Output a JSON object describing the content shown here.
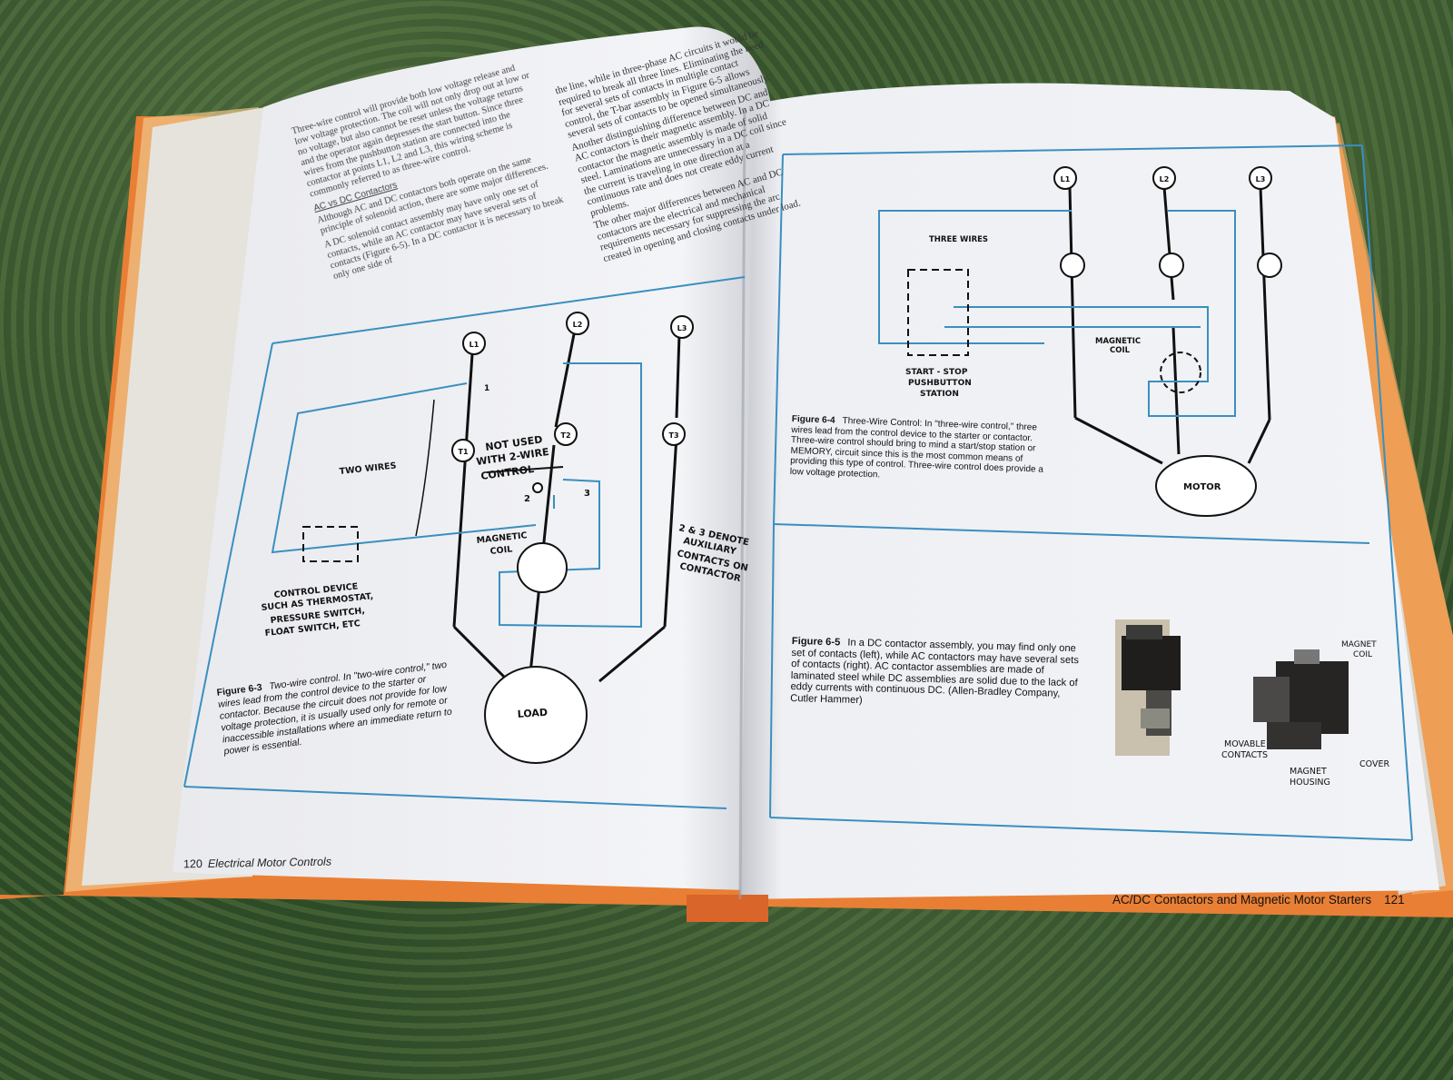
{
  "left_page": {
    "body_paragraphs": [
      "Three-wire control will provide both low voltage release and low voltage protection. The coil will not only drop out at low or no voltage, but also cannot be reset unless the voltage returns and the operator again depresses the start button. Since three wires from the pushbutton station are connected into the contactor at points L1, L2 and L3, this wiring scheme is commonly referred to as three-wire control."
    ],
    "section_heading": "AC vs DC Contactors",
    "section_paragraphs": [
      "Although AC and DC contactors both operate on the same principle of solenoid action, there are some major differences.",
      "A DC solenoid contact assembly may have only one set of contacts, while an AC contactor may have several sets of contacts (Figure 6-5). In a DC contactor it is necessary to break only one side of"
    ],
    "figure_label": "Figure 6-3",
    "figure_caption": "Two-wire control. In \"two-wire control,\" two wires lead from the control device to the starter or contactor. Because the circuit does not provide for low voltage protection, it is usually used only for remote or inaccessible installations where an immediate return to power is essential.",
    "footer_number": "120",
    "footer_title": "Electrical Motor Controls"
  },
  "mid_column": {
    "paragraphs": [
      "the line, while in three-phase AC circuits it would be required to break all three lines. Eliminating the need for several sets of contacts in multiple contact control, the T-bar assembly in Figure 6-5 allows several sets of contacts to be opened simultaneously.",
      "Another distinguishing difference between DC and AC contactors is their magnetic assembly. In a DC contactor the magnetic assembly is made of solid steel. Laminations are unnecessary in a DC coil since the current is traveling in one direction at a continuous rate and does not create eddy current problems.",
      "The other major differences between AC and DC contactors are the electrical and mechanical requirements necessary for suppressing the arc created in opening and closing contacts under load."
    ]
  },
  "figure_6_3": {
    "line_labels": [
      "L1",
      "L2",
      "L3"
    ],
    "terminal_labels": [
      "T1",
      "T2",
      "T3"
    ],
    "two_wires": "TWO WIRES",
    "not_used": [
      "NOT USED",
      "WITH 2-WIRE",
      "CONTROL"
    ],
    "contact_2": "2",
    "contact_3": "3",
    "contact_1": "1",
    "denote": [
      "2 & 3 DENOTE",
      "AUXILIARY",
      "CONTACTS ON",
      "CONTACTOR"
    ],
    "magnetic_coil": [
      "MAGNETIC",
      "COIL"
    ],
    "control_device": [
      "CONTROL DEVICE",
      "SUCH AS THERMOSTAT,",
      "PRESSURE SWITCH,",
      "FLOAT SWITCH, ETC"
    ],
    "load": "LOAD"
  },
  "right_page": {
    "figure_6_4": {
      "line_labels": [
        "L1",
        "L2",
        "L3"
      ],
      "three_wires": "THREE WIRES",
      "station": [
        "START - STOP",
        "PUSHBUTTON",
        "STATION"
      ],
      "magnetic_coil": [
        "MAGNETIC",
        "COIL"
      ],
      "motor": "MOTOR",
      "figure_label": "Figure 6-4",
      "caption": "Three-Wire Control: In \"three-wire control,\" three wires lead from the control device to the starter or contactor. Three-wire control should bring to mind a start/stop station or MEMORY, circuit since this is the most common means of providing this type of control. Three-wire control does provide a low voltage protection."
    },
    "figure_6_5": {
      "figure_label": "Figure 6-5",
      "caption": "In a DC contactor assembly, you may find only one set of contacts (left), while AC contactors may have several sets of contacts (right). AC contactor assemblies are made of laminated steel while DC assemblies are solid due to the lack of eddy currents with continuous DC. (Allen-Bradley Company, Cutler Hammer)",
      "labels": {
        "magnet_coil": [
          "MAGNET",
          "COIL"
        ],
        "movable_contacts": [
          "MOVABLE",
          "CONTACTS"
        ],
        "cover": "COVER",
        "magnet_housing": [
          "MAGNET",
          "HOUSING"
        ]
      }
    },
    "footer_title": "AC/DC Contactors and Magnetic Motor Starters",
    "footer_number": "121"
  },
  "colors": {
    "book_cover": "#e8803a",
    "page": "#f1f2f6",
    "diagram_blue": "#3a8fc0",
    "background": "#3c5a33"
  }
}
